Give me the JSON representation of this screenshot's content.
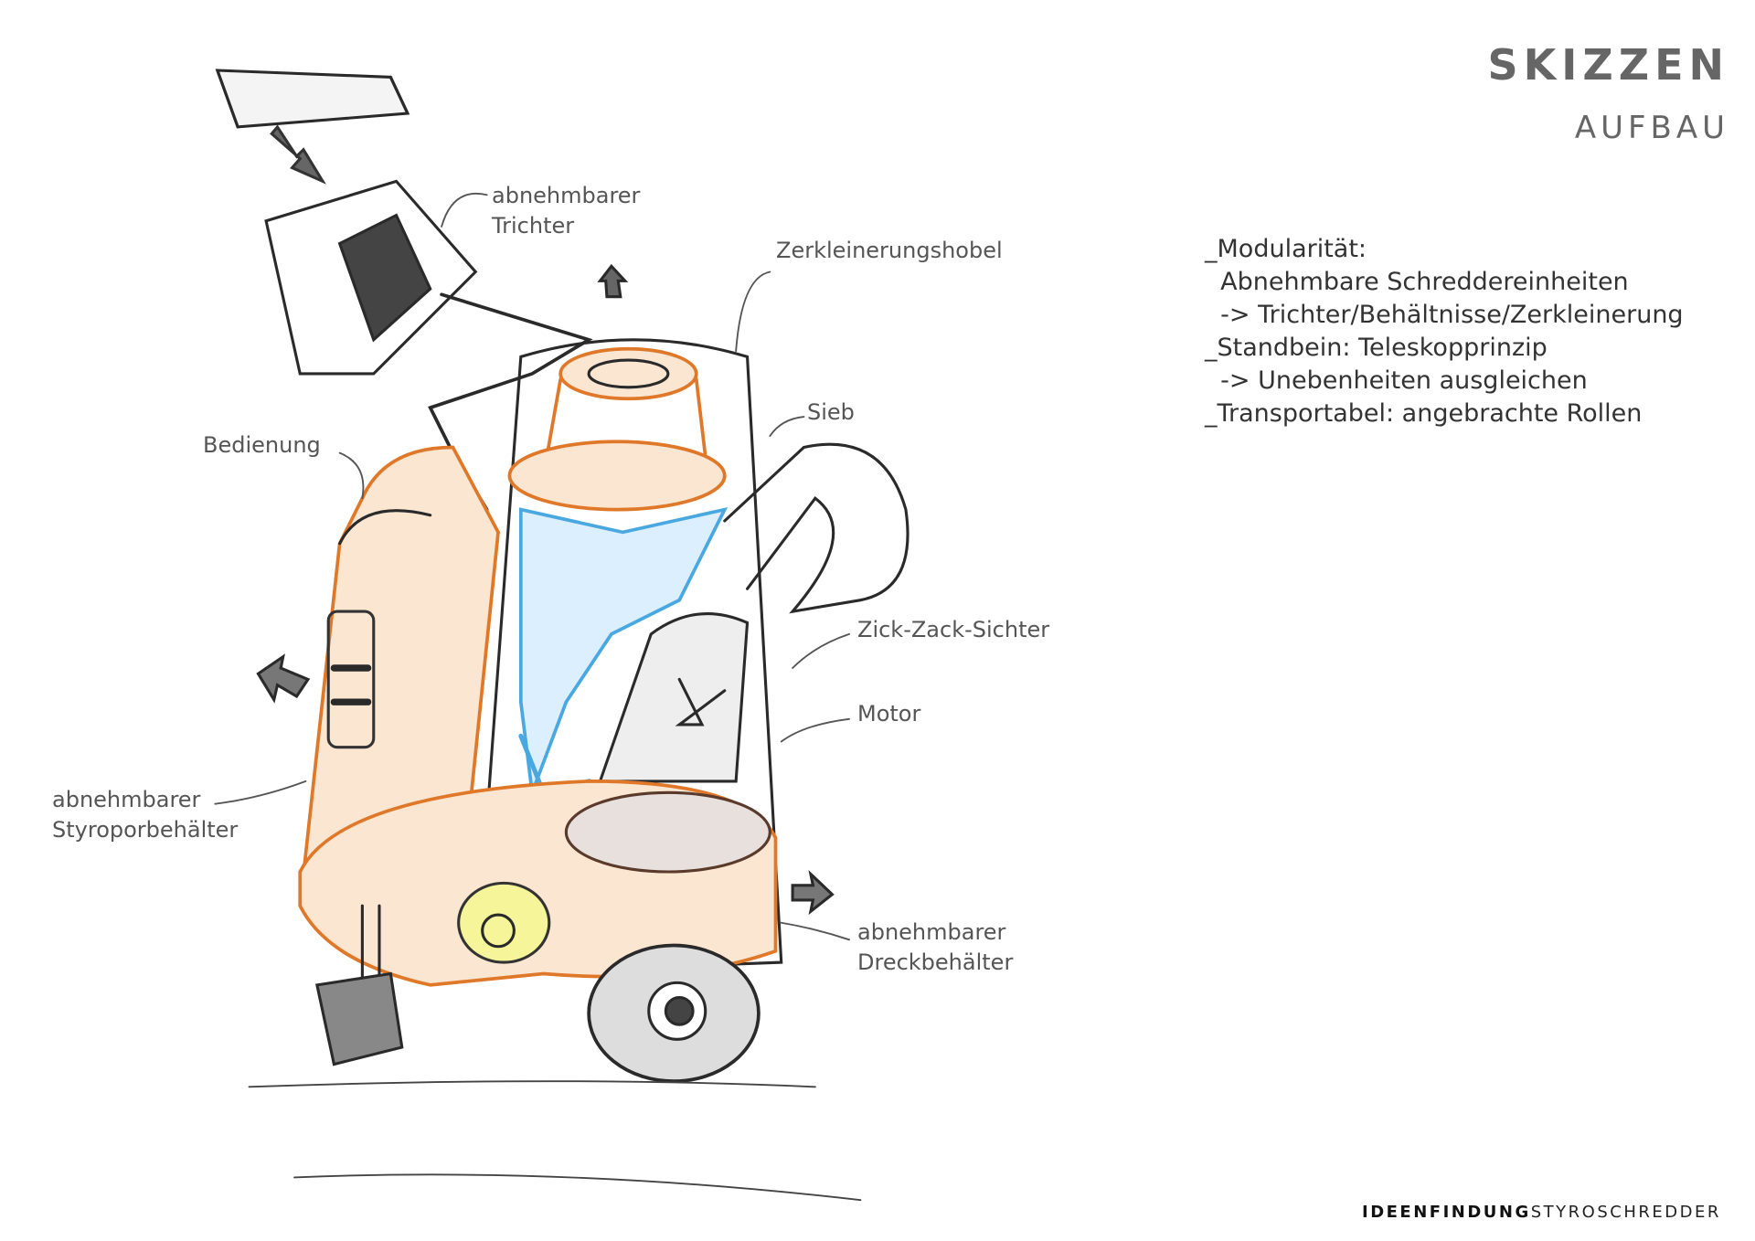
{
  "header": {
    "title": "SKIZZEN",
    "subtitle": "AUFBAU"
  },
  "notes": [
    "_Modularität:",
    "  Abnehmbare Schreddereinheiten",
    "  -> Trichter/Behältnisse/Zerkleinerung",
    "_Standbein: Teleskopprinzip",
    "  -> Unebenheiten ausgleichen",
    "_Transportabel: angebrachte Rollen"
  ],
  "labels": {
    "trichter": "abnehmbarer\nTrichter",
    "hobel": "Zerkleinerungshobel",
    "sieb": "Sieb",
    "bedienung": "Bedienung",
    "sichter": "Zick-Zack-Sichter",
    "motor": "Motor",
    "styropor": "abnehmbarer\nStyroporbehälter",
    "dreck": "abnehmbarer\nDreckbehälter"
  },
  "footer": {
    "bold": "IDEENFINDUNG",
    "regular": "STYROSCHREDDER"
  },
  "colors": {
    "orange": "#e0782a",
    "blue": "#4aa8e0",
    "yellow": "#f2f05a",
    "ink": "#2a2a2a"
  }
}
